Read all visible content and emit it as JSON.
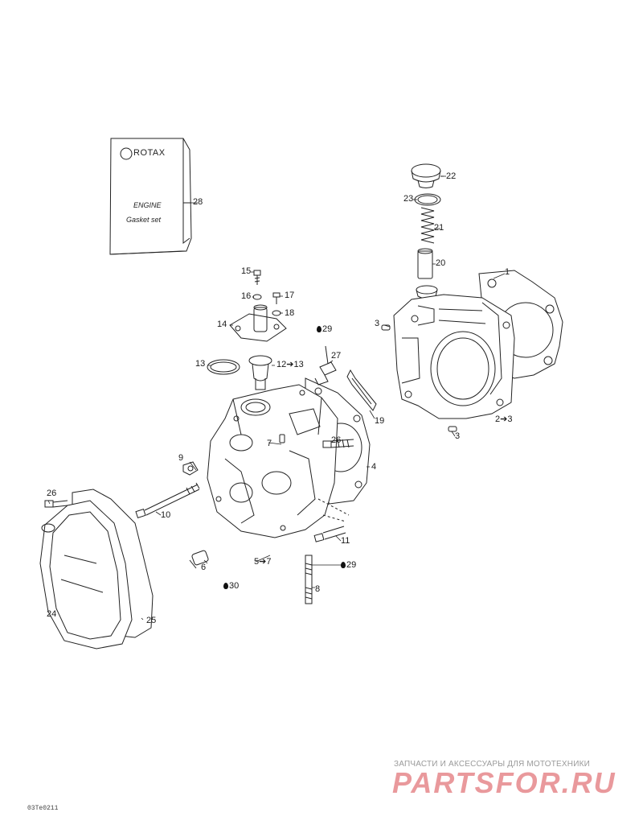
{
  "manual": {
    "brand": "ROTAX",
    "line1": "ENGINE",
    "line2": "Gasket set"
  },
  "callouts": [
    {
      "id": "c1",
      "text": "1"
    },
    {
      "id": "c2",
      "text": "2➔3"
    },
    {
      "id": "c3a",
      "text": "3"
    },
    {
      "id": "c3b",
      "text": "3"
    },
    {
      "id": "c4",
      "text": "4"
    },
    {
      "id": "c5",
      "text": "5➔7"
    },
    {
      "id": "c6",
      "text": "6"
    },
    {
      "id": "c7",
      "text": "7"
    },
    {
      "id": "c8",
      "text": "8"
    },
    {
      "id": "c9",
      "text": "9"
    },
    {
      "id": "c10",
      "text": "10"
    },
    {
      "id": "c11",
      "text": "11"
    },
    {
      "id": "c12",
      "text": "12➔13"
    },
    {
      "id": "c13",
      "text": "13"
    },
    {
      "id": "c14",
      "text": "14"
    },
    {
      "id": "c15",
      "text": "15"
    },
    {
      "id": "c16",
      "text": "16"
    },
    {
      "id": "c17",
      "text": "17"
    },
    {
      "id": "c18",
      "text": "18"
    },
    {
      "id": "c19",
      "text": "19"
    },
    {
      "id": "c20",
      "text": "20"
    },
    {
      "id": "c21",
      "text": "21"
    },
    {
      "id": "c22",
      "text": "22"
    },
    {
      "id": "c23",
      "text": "23"
    },
    {
      "id": "c24",
      "text": "24"
    },
    {
      "id": "c25",
      "text": "25"
    },
    {
      "id": "c26a",
      "text": "26"
    },
    {
      "id": "c26b",
      "text": "26"
    },
    {
      "id": "c27",
      "text": "27"
    },
    {
      "id": "c28",
      "text": "28"
    },
    {
      "id": "c29a",
      "text": "29"
    },
    {
      "id": "c29b",
      "text": "29"
    },
    {
      "id": "c30",
      "text": "30"
    }
  ],
  "watermark": {
    "tagline": "ЗАПЧАСТИ И АКСЕССУАРЫ ДЛЯ МОТОТЕХНИКИ",
    "logo": "PARTSFOR.RU"
  },
  "drawing_code": "03Te0211"
}
